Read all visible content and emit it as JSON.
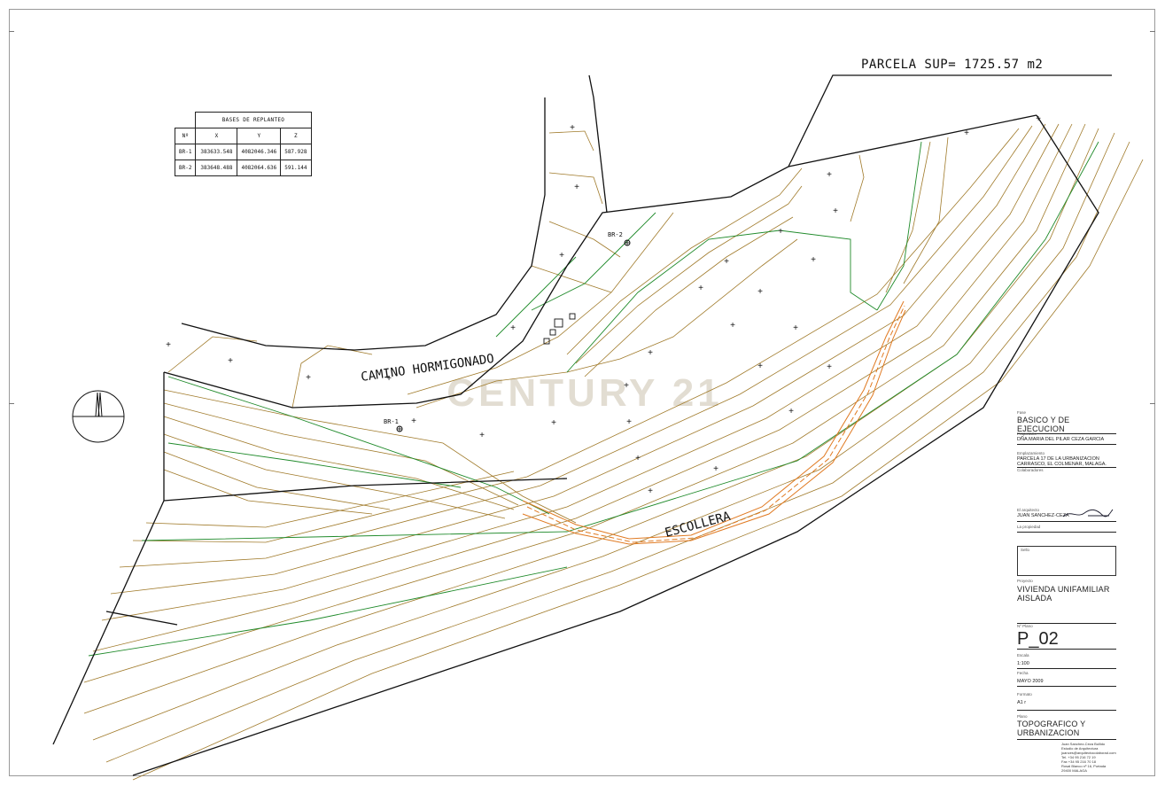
{
  "plan": {
    "parcel_label": "PARCELA SUP= 1725.57 m2",
    "road_label": "CAMINO HORMIGONADO",
    "wall_label": "ESCOLLERA",
    "watermark": "CENTURY 21",
    "markers": [
      {
        "label": "BR-2"
      },
      {
        "label": "BR-1"
      }
    ]
  },
  "coords_table": {
    "title": "BASES DE REPLANTEO",
    "headers": [
      "Nº",
      "X",
      "Y",
      "Z"
    ],
    "rows": [
      [
        "BR-1",
        "383633.548",
        "4082046.346",
        "587.928"
      ],
      [
        "BR-2",
        "383648.488",
        "4082064.636",
        "591.144"
      ]
    ]
  },
  "title_block": {
    "fase_label": "Fase",
    "fase": "BASICO Y DE EJECUCION",
    "propietario_label": "Propietario",
    "propietario": "DÑA.MARIA DEL PILAR CEZA GARCIA",
    "emplazamiento_label": "Emplazamiento",
    "emplazamiento_1": "PARCELA 17 DE LA URBANIZACION",
    "emplazamiento_2": "CARRASCO, EL COLMENAR, MALAGA.",
    "colaboradores_label": "Colaboradores",
    "arquitecto_label": "El arquitecto",
    "arquitecto": "JUAN SANCHEZ-CEZA",
    "propiedad_label": "La propiedad",
    "sello_label": "Sello",
    "proyecto_label": "Proyecto",
    "proyecto_1": "VIVIENDA UNIFAMILIAR",
    "proyecto_2": "AISLADA",
    "plano_no_label": "Nº Plano",
    "plano_no": "P_02",
    "escala_label": "Escala",
    "escala": "1:100",
    "fecha_label": "Fecha",
    "fecha": "MAYO 2009",
    "formato_label": "Formato",
    "formato": "A1 r",
    "plano_label": "Plano",
    "plano_1": "TOPOGRAFICO Y",
    "plano_2": "URBANIZACION",
    "footer": [
      "Juan Sanchez-Ceza Bullido",
      "Estudio de Arquitectura",
      "juances@arquitectocolaborad.com",
      "Tel. +34 95 216 72 19",
      "Fax +34 95 216 70 18",
      "Rosal Blanco nº 16, Portada",
      "29400 MALAGA"
    ]
  },
  "colors": {
    "contour_brown": "#a07a2a",
    "contour_green": "#1f8a2a",
    "boundary": "#111111",
    "escollera": "#e07a22",
    "watermark": "#d9d2c4"
  }
}
